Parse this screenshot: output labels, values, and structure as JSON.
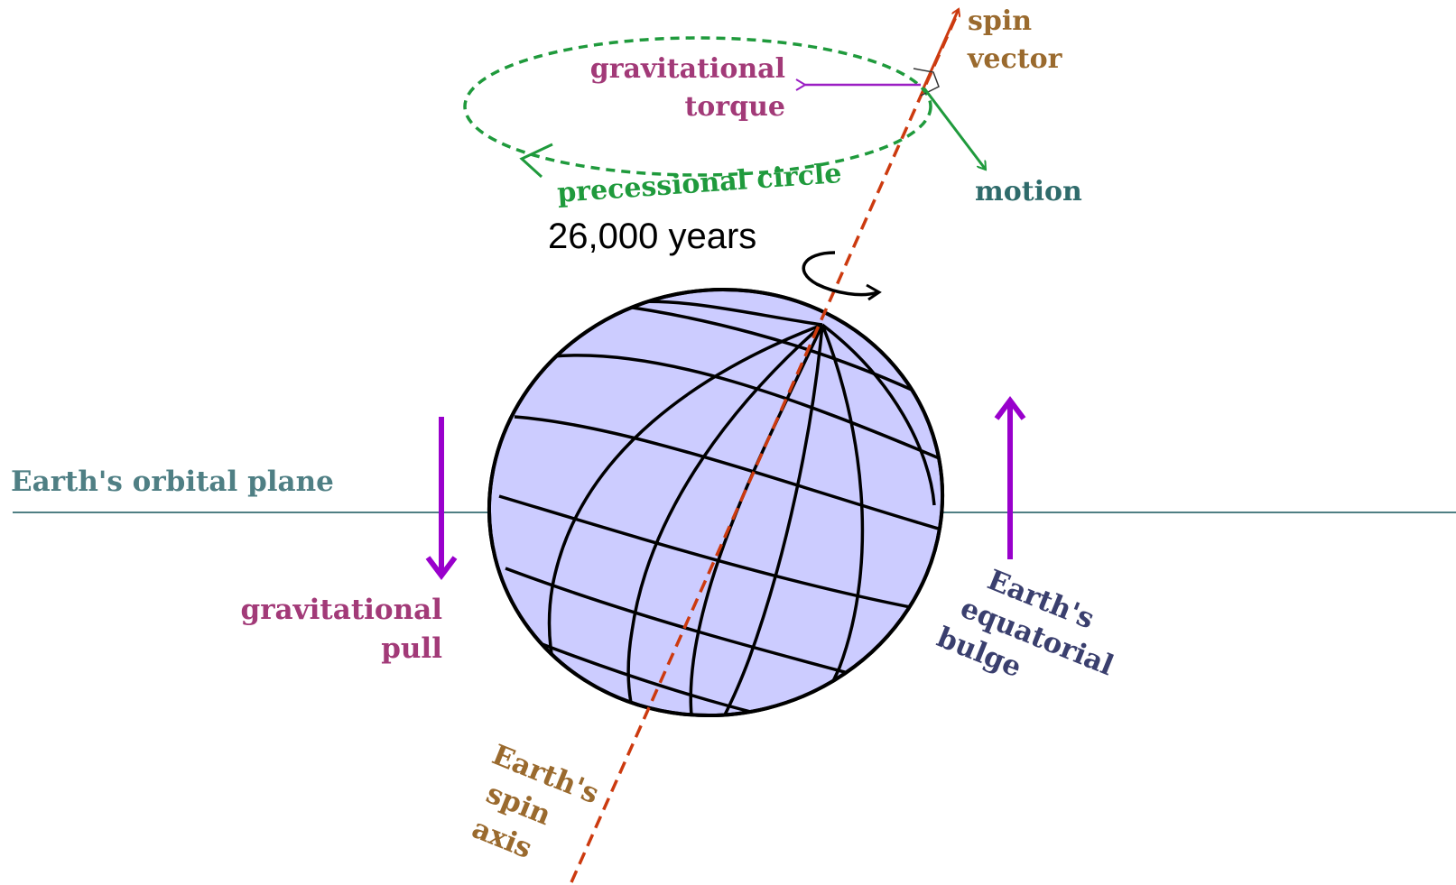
{
  "labels": {
    "spin_vector_1": "spin",
    "spin_vector_2": "vector",
    "gravitational_torque_1": "gravitational",
    "gravitational_torque_2": "torque",
    "motion": "motion",
    "precessional_circle": "precessional circle",
    "period": "26,000 years",
    "orbital_plane": "Earth's orbital plane",
    "gravitational_pull_1": "gravitational",
    "gravitational_pull_2": "pull",
    "equatorial_bulge_1": "Earth's",
    "equatorial_bulge_2": "equatorial",
    "equatorial_bulge_3": "bulge",
    "spin_axis_1": "Earth's",
    "spin_axis_2": "spin",
    "spin_axis_3": "axis"
  },
  "colors": {
    "spin_axis": "#cc3a0f",
    "spin_label": "#9a6a2e",
    "torque": "#a23a78",
    "torque_arrow": "#9b1fc4",
    "motion": "#2f6b6b",
    "motion_arrow": "#1f9a3c",
    "precession_circle": "#1f9a3c",
    "orbital_plane": "#4f7f84",
    "pull_arrow": "#9900cc",
    "bulge_label": "#3a3f6e",
    "globe_fill": "#ccccff",
    "globe_lines": "#000000",
    "period_text": "#000000"
  }
}
